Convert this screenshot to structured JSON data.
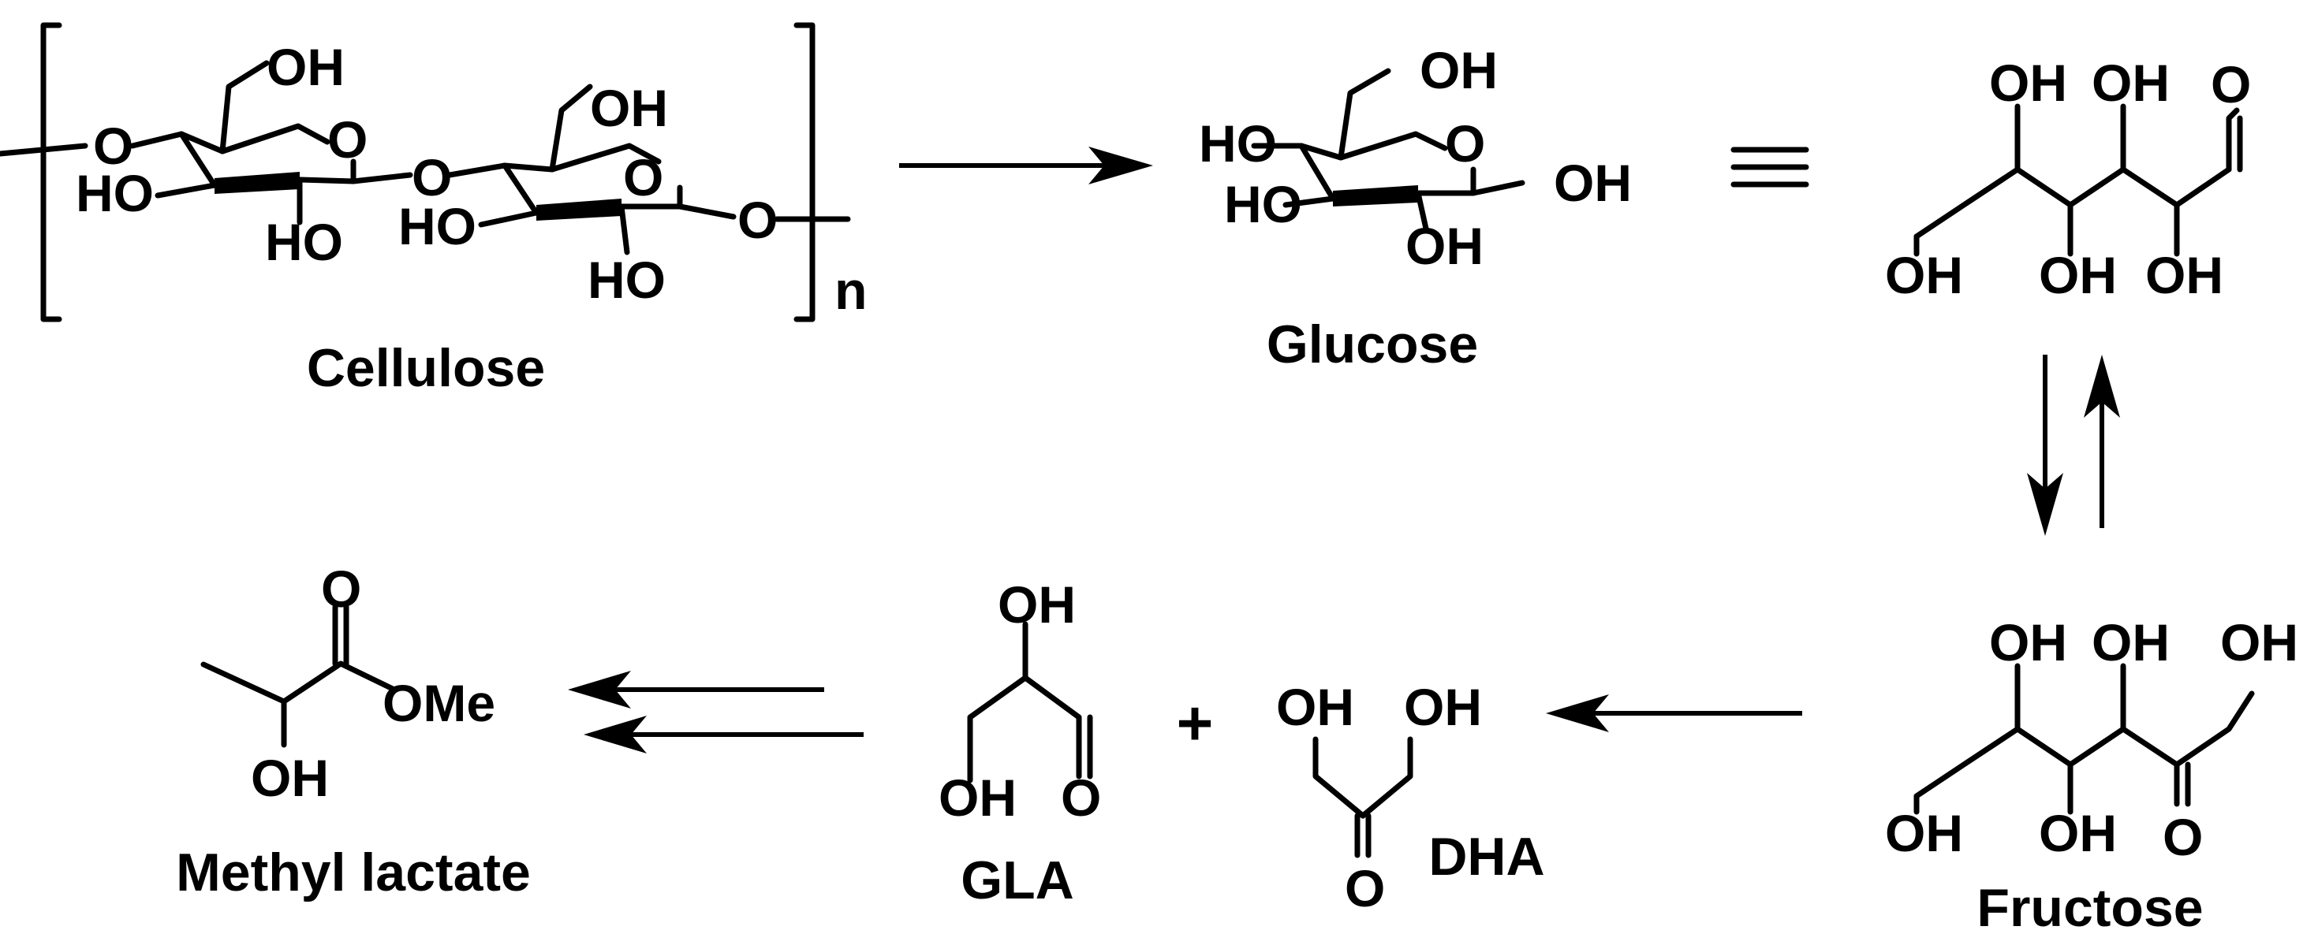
{
  "compounds": {
    "cellulose": {
      "name": "Cellulose",
      "subscript": "n",
      "oh_hydroxymethyl": "OH",
      "ho_ring": "HO",
      "o_bridge": "O"
    },
    "glucose": {
      "name": "Glucose",
      "oh": "OH",
      "ho": "HO",
      "o": "O"
    },
    "glucose_open": {
      "oh": "OH",
      "o": "O"
    },
    "fructose": {
      "name": "Fructose",
      "oh": "OH",
      "o": "O"
    },
    "gla": {
      "name": "GLA",
      "oh": "OH",
      "o": "O"
    },
    "dha": {
      "name": "DHA",
      "oh": "OH",
      "o": "O"
    },
    "methyl_lactate": {
      "name": "Methyl lactate",
      "oh": "OH",
      "o": "O",
      "ome": "OMe"
    }
  },
  "symbols": {
    "equivalence": "≡",
    "plus": "+"
  }
}
